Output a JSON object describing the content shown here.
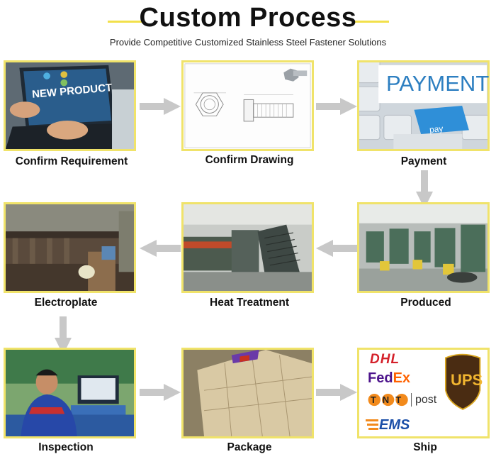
{
  "header": {
    "title": "Custom Process",
    "subtitle": "Provide Competitive Customized Stainless Steel Fastener Solutions"
  },
  "colors": {
    "frame": "#f0e36a",
    "arrow": "#c8c8c8",
    "title_line": "#f2e04b"
  },
  "steps": [
    {
      "label": "Confirm Requirement",
      "image_text": "NEW PRODUCT"
    },
    {
      "label": "Confirm Drawing"
    },
    {
      "label": "Payment",
      "image_text": "PAYMENT",
      "key_text": "pay"
    },
    {
      "label": "Produced"
    },
    {
      "label": "Heat Treatment"
    },
    {
      "label": "Electroplate"
    },
    {
      "label": "Inspection"
    },
    {
      "label": "Package"
    },
    {
      "label": "Ship",
      "carriers": [
        "DHL",
        "FedEx",
        "TNT",
        "post",
        "EMS",
        "UPS"
      ]
    }
  ]
}
